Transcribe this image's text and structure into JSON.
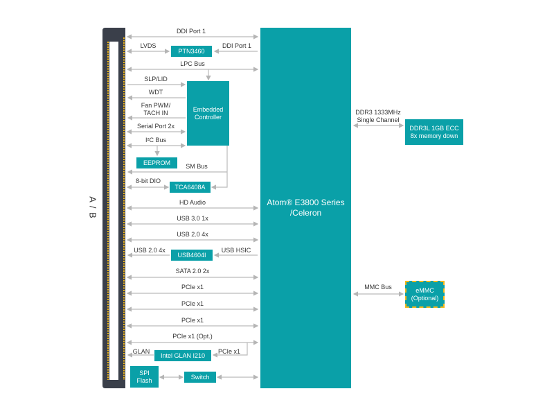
{
  "connector": {
    "label": "A / B"
  },
  "cpu": {
    "line1": "Atom® E3800 Series",
    "line2": "/Celeron"
  },
  "chips": {
    "ptn": "PTN3460",
    "ec_line1": "Embedded",
    "ec_line2": "Controller",
    "eeprom": "EEPROM",
    "tca": "TCA6408A",
    "usbhub": "USB4604I",
    "glan": "Intel GLAN I210",
    "spi_line1": "SPI",
    "spi_line2": "Flash",
    "switch": "Switch",
    "ddr_line1": "DDR3L 1GB ECC",
    "ddr_line2": "8x memory down",
    "emmc_line1": "eMMC",
    "emmc_line2": "(Optional)"
  },
  "signals": {
    "ddi1": "DDI Port 1",
    "lvds": "LVDS",
    "ddi1b": "DDI Port 1",
    "lpc": "LPC Bus",
    "slp": "SLP/LID",
    "wdt": "WDT",
    "fan1": "Fan PWM/",
    "fan2": "TACH IN",
    "serial": "Serial Port 2x",
    "i2c": "I²C Bus",
    "smbus": "SM Bus",
    "dio": "8-bit DIO",
    "hda": "HD Audio",
    "usb3": "USB 3.0 1x",
    "usb2a": "USB 2.0 4x",
    "usb2b": "USB 2.0 4x",
    "hsic": "USB HSIC",
    "sata": "SATA 2.0 2x",
    "pcie1": "PCIe x1",
    "pcie2": "PCIe x1",
    "pcie3": "PCIe x1",
    "pcieopt": "PCIe x1 (Opt.)",
    "glan": "GLAN",
    "pcieglan": "PCIe x1",
    "ddr1": "DDR3 1333MHz",
    "ddr2": "Single Channel",
    "mmc": "MMC Bus"
  },
  "colors": {
    "teal": "#0aa0a8",
    "connector": "#3a3f4a",
    "pins": "#f2b81c",
    "wire": "#bbbbbb"
  }
}
